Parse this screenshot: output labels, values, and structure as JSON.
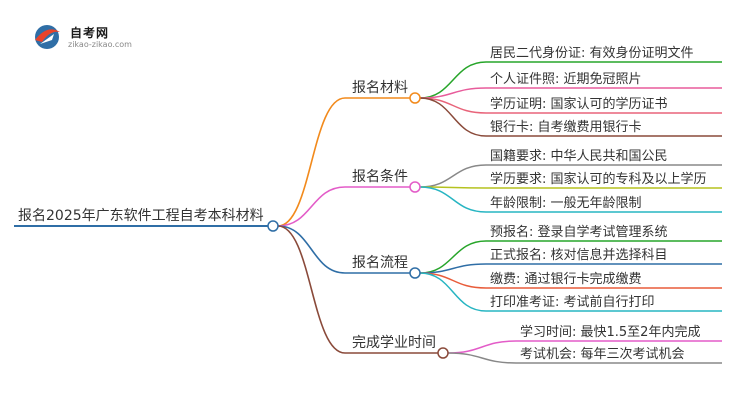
{
  "logo": {
    "title": "自考网",
    "subtitle": "zikao-zikao.com"
  },
  "root": {
    "label": "报名2025年广东软件工程自考本科材料",
    "color": "#2f6ea6"
  },
  "branches": [
    {
      "label": "报名材料",
      "color": "#f28a1c",
      "children": [
        {
          "label": "居民二代身份证: 有效身份证明文件",
          "color": "#27a52a"
        },
        {
          "label": "个人证件照: 近期免冠照片",
          "color": "#e85c9b"
        },
        {
          "label": "学历证明: 国家认可的学历证书",
          "color": "#e8647a"
        },
        {
          "label": "银行卡: 自考缴费用银行卡",
          "color": "#8a4a3a"
        }
      ]
    },
    {
      "label": "报名条件",
      "color": "#e35cc8",
      "children": [
        {
          "label": "国籍要求: 中华人民共和国公民",
          "color": "#888888"
        },
        {
          "label": "学历要求: 国家认可的专科及以上学历",
          "color": "#b5c21f"
        },
        {
          "label": "年龄限制: 一般无年龄限制",
          "color": "#27b5c2"
        }
      ]
    },
    {
      "label": "报名流程",
      "color": "#2f6ea6",
      "children": [
        {
          "label": "预报名: 登录自学考试管理系统",
          "color": "#27a52a"
        },
        {
          "label": "正式报名: 核对信息并选择科目",
          "color": "#2f6ea6"
        },
        {
          "label": "缴费: 通过银行卡完成缴费",
          "color": "#e85c3a"
        },
        {
          "label": "打印准考证: 考试前自行打印",
          "color": "#27b5c2"
        }
      ]
    },
    {
      "label": "完成学业时间",
      "color": "#8a4a3a",
      "children": [
        {
          "label": "学习时间: 最快1.5至2年内完成",
          "color": "#e35cc8"
        },
        {
          "label": "考试机会: 每年三次考试机会",
          "color": "#888888"
        }
      ]
    }
  ]
}
